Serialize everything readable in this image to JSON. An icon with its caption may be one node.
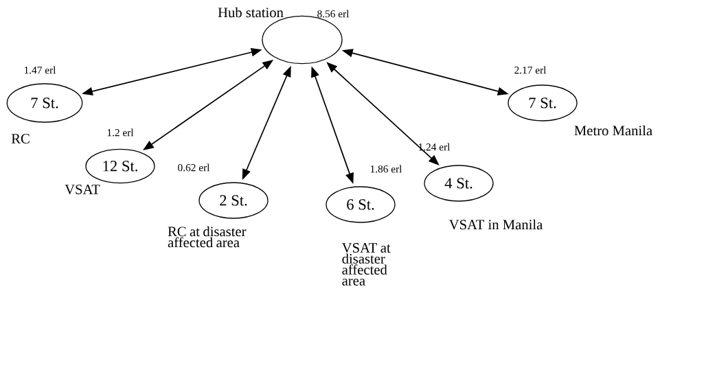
{
  "diagram": {
    "nodes": [
      {
        "text": [
          "Hub station"
        ],
        "beside": [
          "8.56 erl"
        ]
      },
      {
        "text": [
          "7 St."
        ],
        "beside": [
          "1.47 erl",
          "RC"
        ]
      },
      {
        "text": [
          "12 St."
        ],
        "beside": [
          "1.2 erl",
          "VSAT"
        ]
      },
      {
        "text": [
          "2 St."
        ],
        "beside": [
          "0.62 erl",
          "RC at disaster affected area"
        ]
      },
      {
        "text": [
          "6 St."
        ],
        "beside": [
          "1.86 erl",
          "VSAT at disaster affected area"
        ]
      },
      {
        "text": [
          "4 St."
        ],
        "beside": [
          "1.24 erl",
          "VSAT in Manila"
        ]
      },
      {
        "text": [
          "7 St."
        ],
        "beside": [
          "2.17 erl",
          "Metro Manila"
        ]
      }
    ],
    "edges": [
      {
        "from": 0,
        "to": 1,
        "arrow": "both"
      },
      {
        "from": 0,
        "to": 2,
        "arrow": "both"
      },
      {
        "from": 0,
        "to": 3,
        "arrow": "both"
      },
      {
        "from": 0,
        "to": 4,
        "arrow": "both"
      },
      {
        "from": 0,
        "to": 5,
        "arrow": "both"
      },
      {
        "from": 0,
        "to": 6,
        "arrow": "both"
      }
    ]
  }
}
